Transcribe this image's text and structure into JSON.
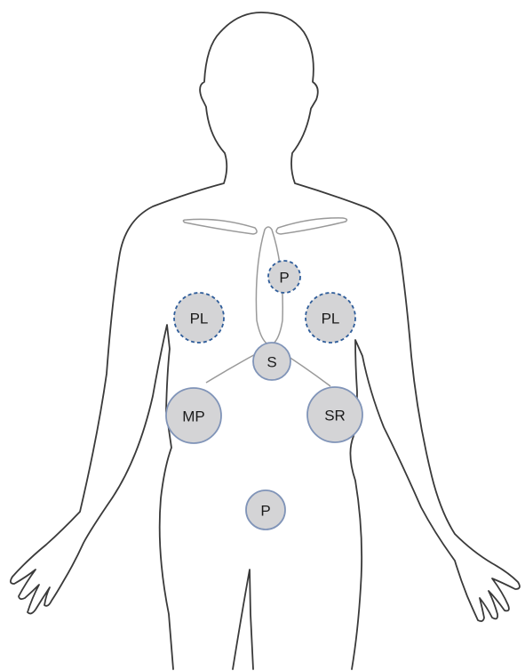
{
  "markers": [
    {
      "id": "p-upper",
      "label": "P",
      "border": "dashed"
    },
    {
      "id": "pl-left",
      "label": "PL",
      "border": "dashed"
    },
    {
      "id": "pl-right",
      "label": "PL",
      "border": "dashed"
    },
    {
      "id": "s",
      "label": "S",
      "border": "solid"
    },
    {
      "id": "mp",
      "label": "MP",
      "border": "solid"
    },
    {
      "id": "sr",
      "label": "SR",
      "border": "solid"
    },
    {
      "id": "p-lower",
      "label": "P",
      "border": "solid"
    }
  ],
  "colors": {
    "background": "#ffffff",
    "body_outline": "#3a3a3a",
    "inner_lines": "#9a9a9a",
    "marker_fill": "#d4d4d6",
    "marker_stroke_solid": "#8094b8",
    "marker_stroke_dashed": "#2f5d9a",
    "label_text": "#1a1a1a"
  }
}
